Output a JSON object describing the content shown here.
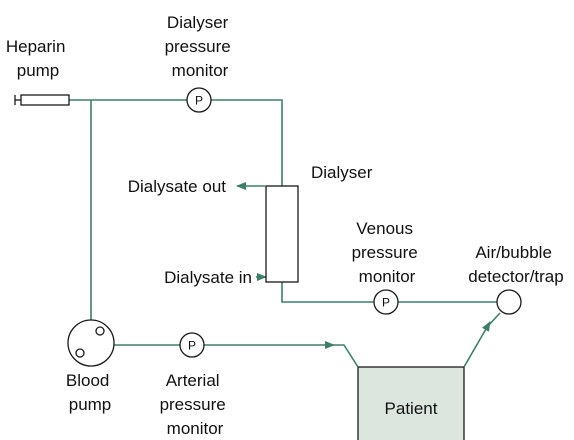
{
  "labels": {
    "heparin_pump": [
      "Heparin",
      "pump"
    ],
    "dialyser_pressure_monitor": [
      "Dialyser",
      "pressure",
      "monitor"
    ],
    "dialyser": "Dialyser",
    "dialysate_out": "Dialysate out",
    "dialysate_in": "Dialysate in",
    "venous_pressure_monitor": [
      "Venous",
      "pressure",
      "monitor"
    ],
    "air_bubble_detector": [
      "Air/bubble",
      "detector/trap"
    ],
    "blood_pump": [
      "Blood",
      "pump"
    ],
    "arterial_pressure_monitor": [
      "Arterial",
      "pressure",
      "monitor"
    ],
    "patient": "Patient"
  },
  "pressure_symbol": "P",
  "colors": {
    "tubing": "#3d7f68",
    "outline": "#1a1a1a",
    "patient_fill": "#dce6df",
    "text": "#111111"
  }
}
